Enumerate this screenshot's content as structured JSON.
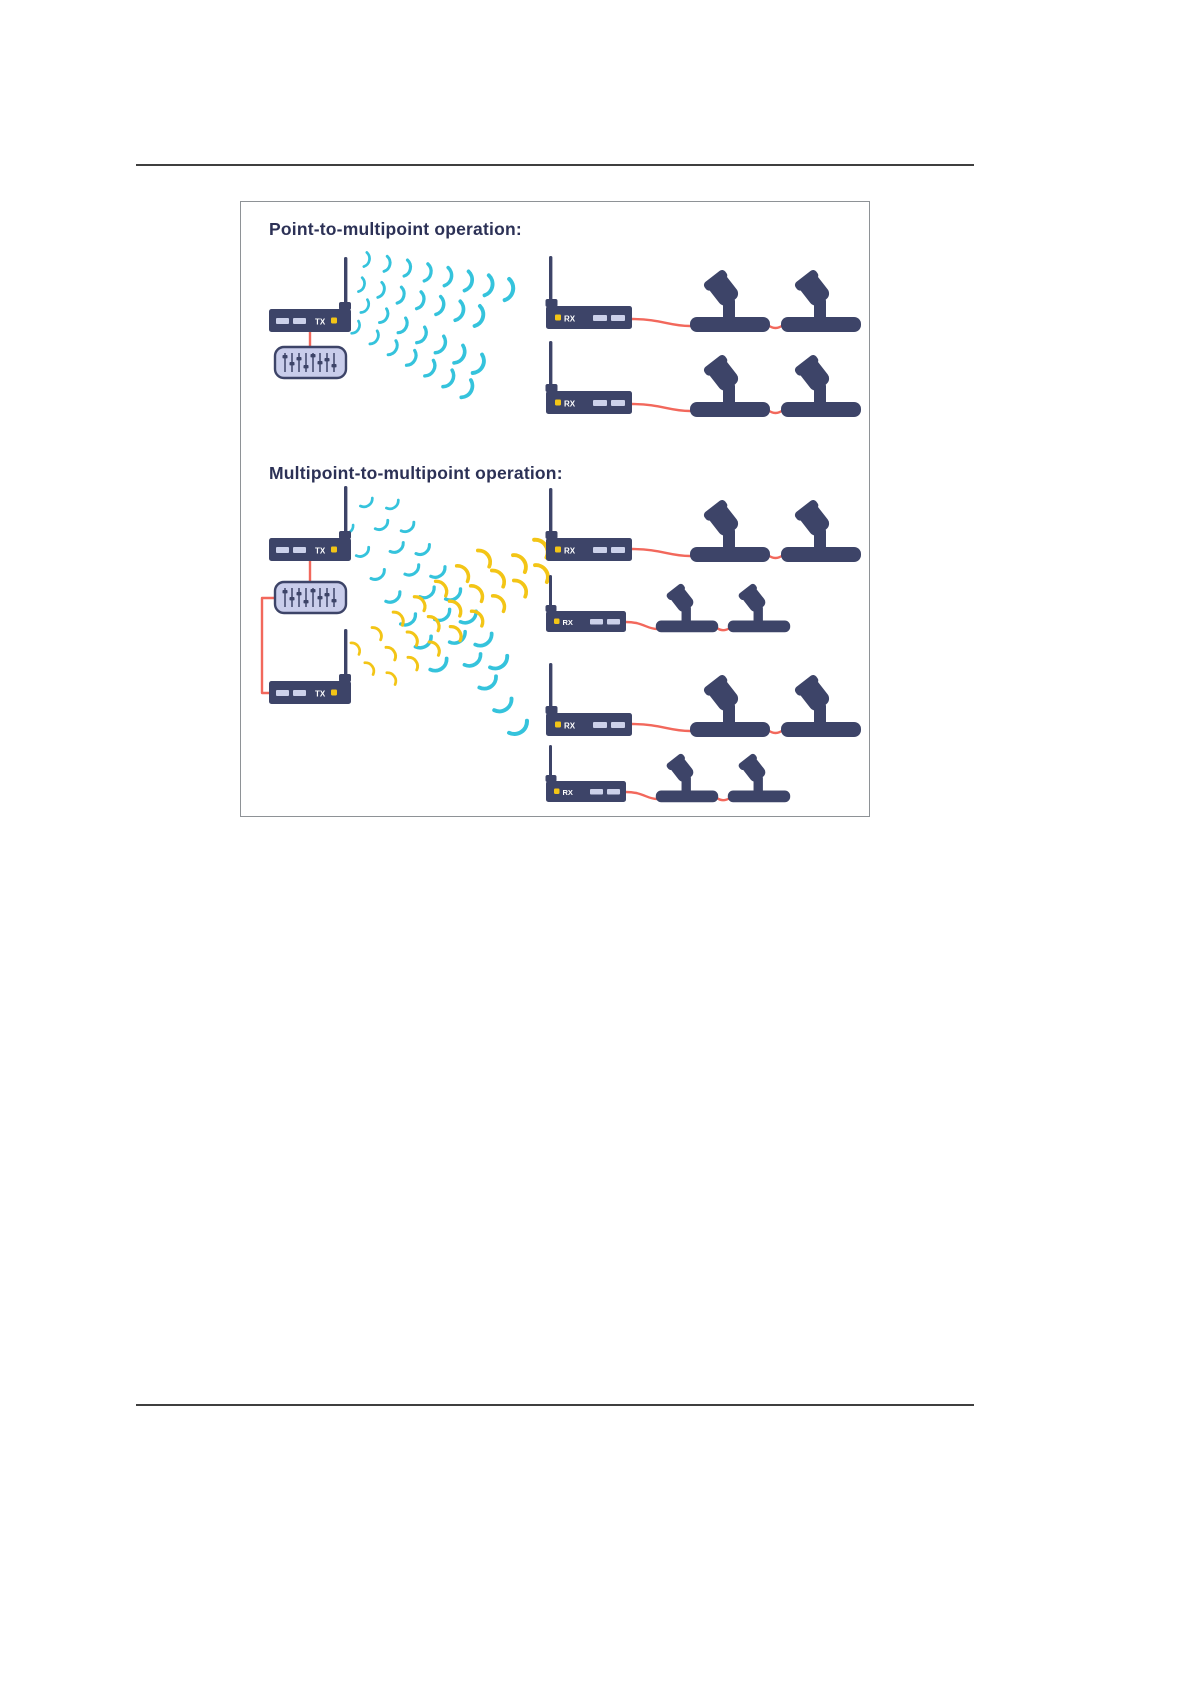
{
  "diagram": {
    "section1_title": "Point-to-multipoint operation:",
    "section2_title": "Multipoint-to-multipoint operation:",
    "tx_label": "TX",
    "rx_label": "RX",
    "colors": {
      "device_navy": "#3d4468",
      "title_navy": "#2c3156",
      "signal_cyan": "#35c3dc",
      "signal_yellow": "#f3c516",
      "cable_red": "#f2685c",
      "console_fill": "#c9cdeb",
      "console_stroke": "#3d4468",
      "port_light": "#ccd1ea",
      "frame_border": "#8e9296",
      "rule_gray": "#3f3f3f",
      "page_background": "#ffffff"
    }
  }
}
